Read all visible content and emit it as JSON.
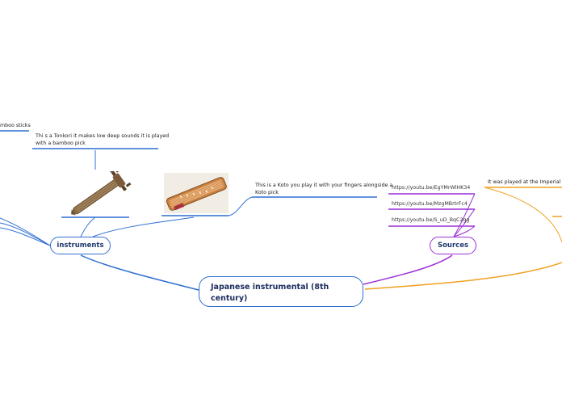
{
  "main_topic": {
    "title": "Japanese instrumental (8th century)"
  },
  "branches": {
    "instruments": {
      "label": "instruments",
      "left_edge_text": "mboo sticks",
      "tonkori_caption_line1": "Thi s a Tonkori it makes low deep sounds it is played",
      "tonkori_caption_line2": "with a bamboo pick",
      "koto_caption_line1": "This is a Koto you play it with your fingers alongside a",
      "koto_caption_line2": "Koto pick"
    },
    "sources": {
      "label": "Sources",
      "links": [
        "https://youtu.be/EgYMrWlHK34",
        "https://youtu.be/MzgMBrtrFc4",
        "https://youtu.be/S_uD_BqC2gg"
      ]
    },
    "right_branch": {
      "text": "It was played at the Imperial Cou"
    }
  },
  "colors": {
    "blue": "#2f6fd1",
    "purple": "#9b2fd6",
    "orange": "#f0a020",
    "dark_text": "#1a2b5e"
  },
  "icons": {
    "tonkori_image": "tonkori-instrument-picture",
    "koto_image": "koto-instrument-picture"
  }
}
